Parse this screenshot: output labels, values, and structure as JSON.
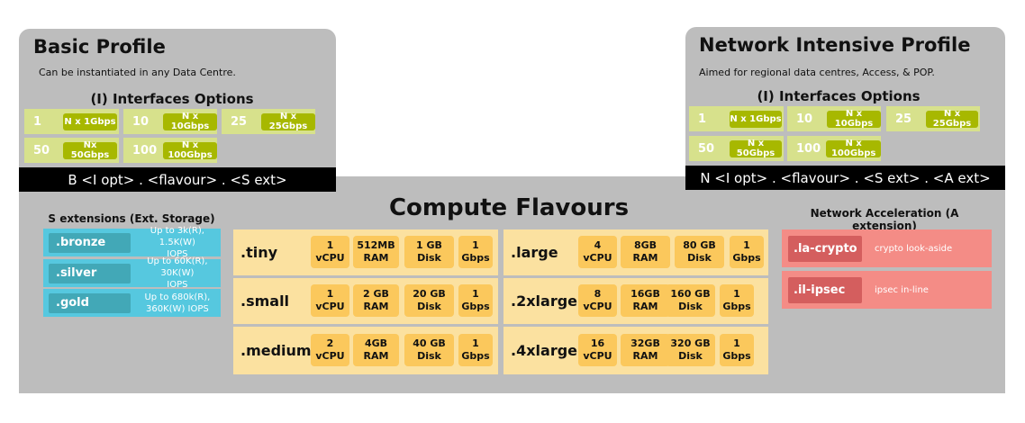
{
  "basic": {
    "title": "Basic Profile",
    "subtitle": "Can be instantiated in any Data Centre.",
    "options_title": "(I) Interfaces Options",
    "options": [
      {
        "num": "1",
        "label": "N x 1Gbps"
      },
      {
        "num": "10",
        "label": "N x 10Gbps"
      },
      {
        "num": "25",
        "label": "N x 25Gbps"
      },
      {
        "num": "50",
        "label": "Nx 50Gbps"
      },
      {
        "num": "100",
        "label": "N x 100Gbps"
      }
    ],
    "formula": "B <I opt> . <flavour> . <S ext>"
  },
  "network": {
    "title": "Network Intensive Profile",
    "subtitle": "Aimed for regional data centres, Access, & POP.",
    "options_title": "(I) Interfaces Options",
    "options": [
      {
        "num": "1",
        "label": "N x 1Gbps"
      },
      {
        "num": "10",
        "label": "N x 10Gbps"
      },
      {
        "num": "25",
        "label": "N x 25Gbps"
      },
      {
        "num": "50",
        "label": "N x 50Gbps"
      },
      {
        "num": "100",
        "label": "N x 100Gbps"
      }
    ],
    "formula": "N <I opt> . <flavour> . <S ext> . <A ext>"
  },
  "compute": {
    "title": "Compute Flavours",
    "flavours_left": [
      {
        "name": ".tiny",
        "specs": [
          [
            "1",
            "vCPU"
          ],
          [
            "512MB",
            "RAM"
          ],
          [
            "1 GB",
            "Disk"
          ],
          [
            "1",
            "Gbps"
          ]
        ]
      },
      {
        "name": ".small",
        "specs": [
          [
            "1",
            "vCPU"
          ],
          [
            "2 GB",
            "RAM"
          ],
          [
            "20 GB",
            "Disk"
          ],
          [
            "1",
            "Gbps"
          ]
        ]
      },
      {
        "name": ".medium",
        "specs": [
          [
            "2",
            "vCPU"
          ],
          [
            "4GB",
            "RAM"
          ],
          [
            "40 GB",
            "Disk"
          ],
          [
            "1",
            "Gbps"
          ]
        ]
      }
    ],
    "flavours_right": [
      {
        "name": ".large",
        "specs": [
          [
            "4",
            "vCPU"
          ],
          [
            "8GB",
            "RAM"
          ],
          [
            "80 GB",
            "Disk"
          ],
          [
            "1",
            "Gbps"
          ]
        ]
      },
      {
        "name": ".2xlarge",
        "specs": [
          [
            "8",
            "vCPU"
          ],
          [
            "16GB",
            "RAM"
          ],
          [
            "160 GB",
            "Disk"
          ],
          [
            "1",
            "Gbps"
          ]
        ]
      },
      {
        "name": ".4xlarge",
        "specs": [
          [
            "16",
            "vCPU"
          ],
          [
            "32GB",
            "RAM"
          ],
          [
            "320 GB",
            "Disk"
          ],
          [
            "1",
            "Gbps"
          ]
        ]
      }
    ]
  },
  "storage": {
    "title": "S extensions (Ext. Storage)",
    "items": [
      {
        "name": ".bronze",
        "line1": "Up to 3k(R), 1.5K(W)",
        "line2": "IOPS"
      },
      {
        "name": ".silver",
        "line1": "Up to 60K(R), 30K(W)",
        "line2": "IOPS"
      },
      {
        "name": ".gold",
        "line1": "Up to 680k(R),",
        "line2": "360K(W) IOPS"
      }
    ]
  },
  "accel": {
    "title": "Network Acceleration (A extension)",
    "items": [
      {
        "name": ".la-crypto",
        "desc": "crypto look-aside"
      },
      {
        "name": ".il-ipsec",
        "desc": "ipsec in-line"
      }
    ]
  },
  "colors": {
    "gray": "#bdbdbd",
    "interface_bg": "#d7e18c",
    "interface_btn": "#a7b800",
    "storage_bg": "#56c8df",
    "storage_btn": "#42a8b7",
    "flavour_bg": "#fbe1a0",
    "spec": "#fbc85c",
    "accel_bg": "#f48c86",
    "accel_btn": "#d45e5e"
  }
}
